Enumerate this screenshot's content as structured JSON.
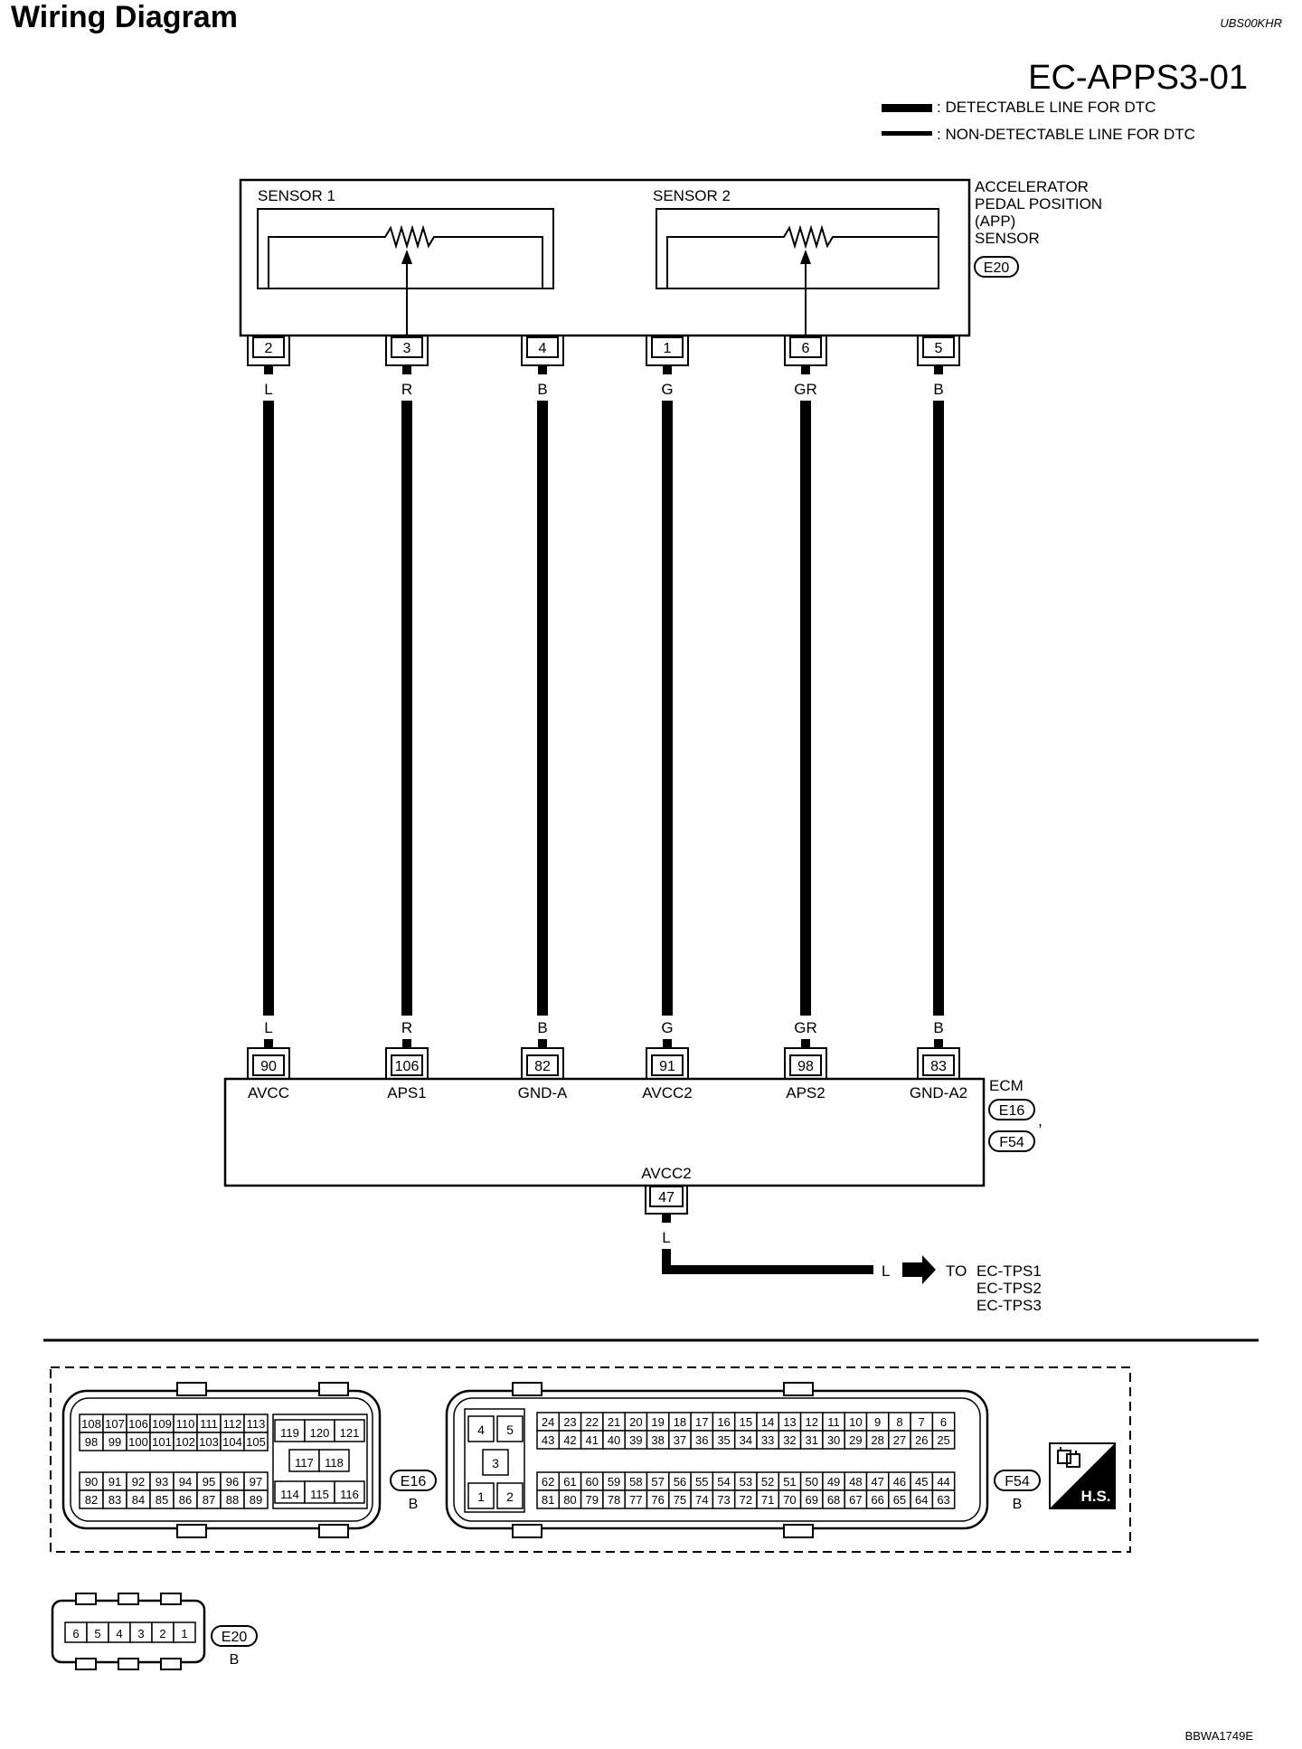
{
  "header": {
    "title": "Wiring Diagram",
    "doc_code": "UBS00KHR"
  },
  "diagram": {
    "id": "EC-APPS3-01",
    "legend": {
      "detectable": ": DETECTABLE LINE FOR DTC",
      "non_detectable": ": NON-DETECTABLE LINE FOR DTC"
    },
    "sensor": {
      "name_lines": [
        "ACCELERATOR",
        "PEDAL POSITION",
        "(APP)",
        "SENSOR"
      ],
      "connector": "E20",
      "sensor1_label": "SENSOR 1",
      "sensor2_label": "SENSOR 2"
    },
    "wires": [
      {
        "sensor_pin": "2",
        "color": "L",
        "ecm_pin": "90",
        "ecm_label": "AVCC"
      },
      {
        "sensor_pin": "3",
        "color": "R",
        "ecm_pin": "106",
        "ecm_label": "APS1"
      },
      {
        "sensor_pin": "4",
        "color": "B",
        "ecm_pin": "82",
        "ecm_label": "GND-A"
      },
      {
        "sensor_pin": "1",
        "color": "G",
        "ecm_pin": "91",
        "ecm_label": "AVCC2"
      },
      {
        "sensor_pin": "6",
        "color": "GR",
        "ecm_pin": "98",
        "ecm_label": "APS2"
      },
      {
        "sensor_pin": "5",
        "color": "B",
        "ecm_pin": "83",
        "ecm_label": "GND-A2"
      }
    ],
    "ecm": {
      "name": "ECM",
      "connectors": [
        "E16",
        "F54"
      ],
      "separator": ",",
      "bottom_label": "AVCC2",
      "bottom_pin": "47",
      "bottom_color": "L",
      "arrow_color": "L",
      "destination_prefix": "TO",
      "destinations": [
        "EC-TPS1",
        "EC-TPS2",
        "EC-TPS3"
      ]
    },
    "connector_views": {
      "e16": {
        "id": "E16",
        "color": "B",
        "row1": [
          "108",
          "107",
          "106",
          "109",
          "110",
          "111",
          "112",
          "113"
        ],
        "row2": [
          "98",
          "99",
          "100",
          "101",
          "102",
          "103",
          "104",
          "105"
        ],
        "row3": [
          "90",
          "91",
          "92",
          "93",
          "94",
          "95",
          "96",
          "97"
        ],
        "row4": [
          "82",
          "83",
          "84",
          "85",
          "86",
          "87",
          "88",
          "89"
        ],
        "right_top": [
          "119",
          "120",
          "121"
        ],
        "right_mid": [
          "117",
          "118"
        ],
        "right_bot": [
          "114",
          "115",
          "116"
        ]
      },
      "f54": {
        "id": "F54",
        "color": "B",
        "power": [
          "4",
          "5",
          "3",
          "1",
          "2"
        ],
        "row1": [
          "24",
          "23",
          "22",
          "21",
          "20",
          "19",
          "18",
          "17",
          "16",
          "15",
          "14",
          "13",
          "12",
          "11",
          "10",
          "9",
          "8",
          "7",
          "6"
        ],
        "row2": [
          "43",
          "42",
          "41",
          "40",
          "39",
          "38",
          "37",
          "36",
          "35",
          "34",
          "33",
          "32",
          "31",
          "30",
          "29",
          "28",
          "27",
          "26",
          "25"
        ],
        "row3": [
          "62",
          "61",
          "60",
          "59",
          "58",
          "57",
          "56",
          "55",
          "54",
          "53",
          "52",
          "51",
          "50",
          "49",
          "48",
          "47",
          "46",
          "45",
          "44"
        ],
        "row4": [
          "81",
          "80",
          "79",
          "78",
          "77",
          "76",
          "75",
          "74",
          "73",
          "72",
          "71",
          "70",
          "69",
          "68",
          "67",
          "66",
          "65",
          "64",
          "63"
        ]
      },
      "e20": {
        "id": "E20",
        "color": "B",
        "pins": [
          "6",
          "5",
          "4",
          "3",
          "2",
          "1"
        ]
      },
      "hs_badge": "H.S."
    },
    "figure_code": "BBWA1749E"
  }
}
